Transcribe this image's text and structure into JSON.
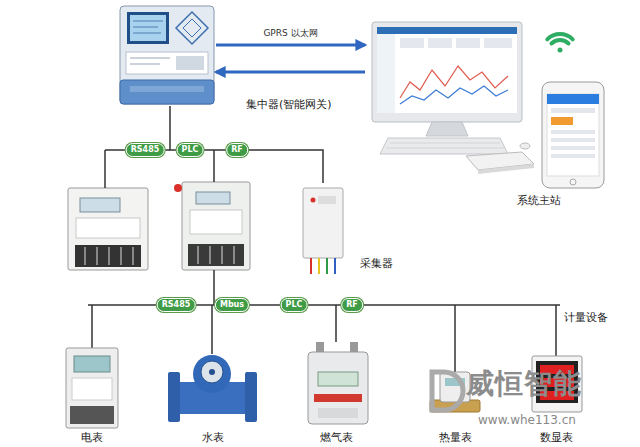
{
  "diagram": {
    "nodes": [
      {
        "text": [
          "集中器(智能网关)"
        ]
      },
      {
        "text": [
          "系统主站"
        ]
      },
      {
        "text": [
          "采集器"
        ]
      },
      {
        "text": [
          "电表"
        ]
      },
      {
        "text": [
          "水表"
        ]
      },
      {
        "text": [
          "燃气表"
        ]
      },
      {
        "text": [
          "热量表"
        ]
      },
      {
        "text": [
          "数显表"
        ]
      }
    ],
    "edges": [
      {
        "from": 0,
        "to": 1,
        "label": "GPRS 以太网",
        "arrow": "to"
      },
      {
        "from": 1,
        "to": 0,
        "arrow": "to"
      },
      {
        "from": 0,
        "to": 2,
        "label": "RF",
        "arrow": "none"
      }
    ],
    "labels": [
      "RS485",
      "PLC",
      "RS485",
      "Mbus",
      "PLC",
      "RF",
      "计量设备",
      "威恒智能",
      "www.whe113.cn"
    ]
  }
}
